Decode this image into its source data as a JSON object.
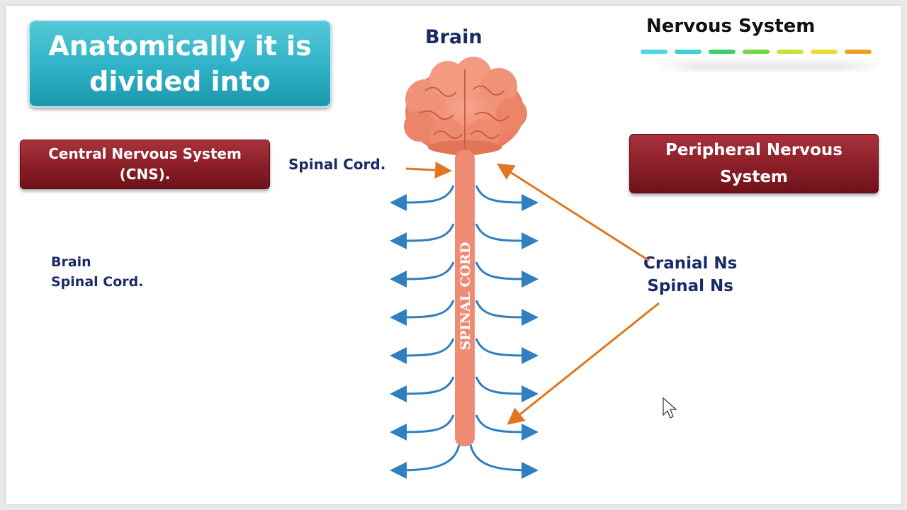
{
  "title_box": {
    "text": "Anatomically it is\ndivided into"
  },
  "topic_title": "Nervous System",
  "brain_label": "Brain",
  "spinal_cord_label": "Spinal Cord.",
  "spinal_cord_vertical_text": "SPINAL CORD",
  "cns": {
    "heading": "Central Nervous System\n(CNS).",
    "items": [
      "Brain",
      "Spinal Cord."
    ]
  },
  "pns": {
    "heading": "Peripheral Nervous\nSystem",
    "items": [
      "Cranial Ns",
      "Spinal Ns"
    ]
  },
  "colors": {
    "teal": "#2fb1c6",
    "maroon": "#8a1e28",
    "navy_text": "#1a2a66",
    "nerve_blue": "#2f7fc1",
    "pointer_orange": "#e0761f",
    "brain_salmon": "#ef8a70",
    "cord_salmon": "#ee8b72"
  },
  "icons": [
    "brain-icon",
    "mouse-cursor-icon"
  ]
}
